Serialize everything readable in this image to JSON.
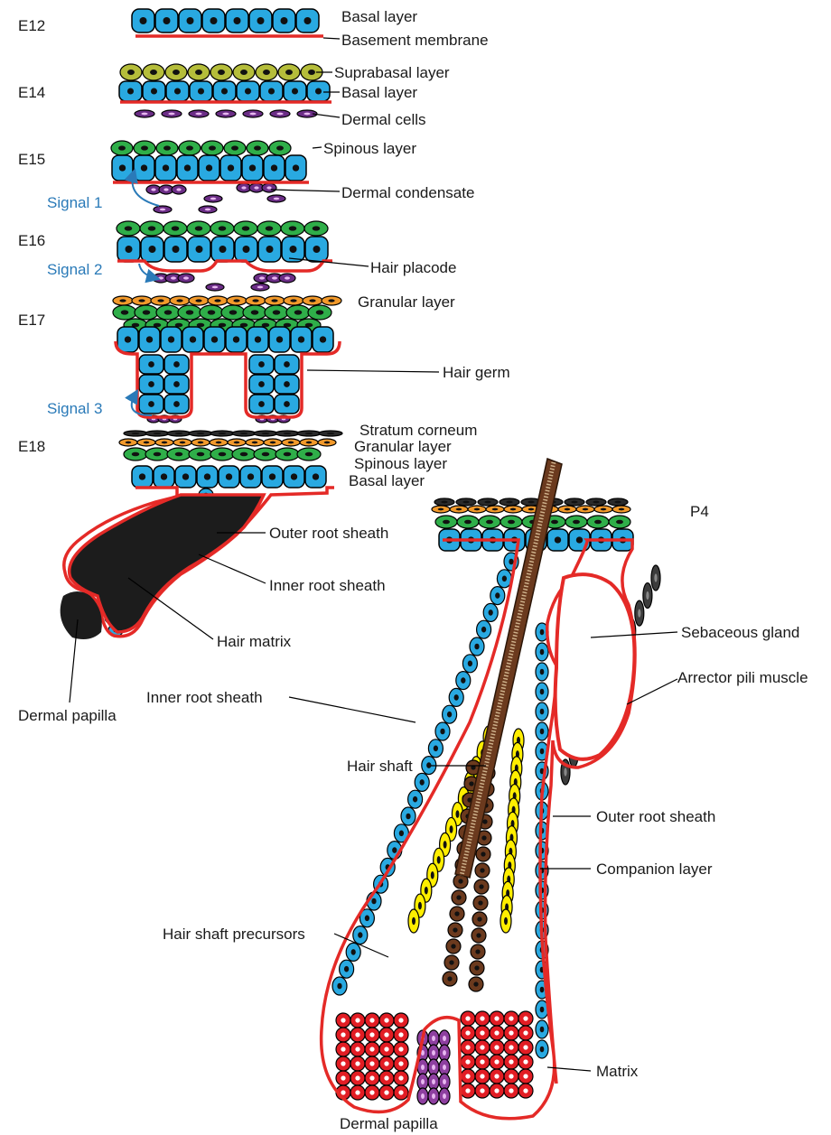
{
  "stages": {
    "e12": "E12",
    "e14": "E14",
    "e15": "E15",
    "e16": "E16",
    "e17": "E17",
    "e18": "E18",
    "p4": "P4"
  },
  "signals": {
    "s1": "Signal 1",
    "s2": "Signal 2",
    "s3": "Signal 3"
  },
  "labels": {
    "e12_basal": "Basal layer",
    "e12_membrane": "Basement membrane",
    "e14_suprabasal": "Suprabasal layer",
    "e14_basal": "Basal layer",
    "e14_dermal": "Dermal cells",
    "e15_spinous": "Spinous layer",
    "e15_condensate": "Dermal condensate",
    "e16_placode": "Hair placode",
    "e17_granular": "Granular layer",
    "e17_germ": "Hair germ",
    "e18_corneum": "Stratum corneum",
    "e18_granular": "Granular layer",
    "e18_spinous": "Spinous layer",
    "e18_basal": "Basal layer",
    "e18_ors": "Outer root sheath",
    "e18_irs": "Inner root sheath",
    "e18_matrix": "Hair matrix",
    "e18_papilla": "Dermal papilla",
    "p4_sebaceous": "Sebaceous gland",
    "p4_arrector": "Arrector pili muscle",
    "p4_shaft": "Hair shaft",
    "p4_ors": "Outer root sheath",
    "p4_irs": "Inner root sheath",
    "p4_companion": "Companion layer",
    "p4_precursors": "Hair shaft precursors",
    "p4_matrix": "Matrix",
    "p4_papilla": "Dermal papilla"
  },
  "colors": {
    "basal": "#29a9e1",
    "suprabasal": "#b5bd3a",
    "spinous": "#2fae49",
    "granular": "#f39a2b",
    "corneum": "#2b2b2b",
    "dermal": "#6b2d86",
    "papilla": "#8e3fa0",
    "membrane": "#e42a27",
    "irs": "#ffee00",
    "shaft": "#6b3a1e",
    "matrix": "#e21d24",
    "sebaceous": "#b9b9b9",
    "companion": "#f4d7c3",
    "signal": "#2a7ab8"
  }
}
